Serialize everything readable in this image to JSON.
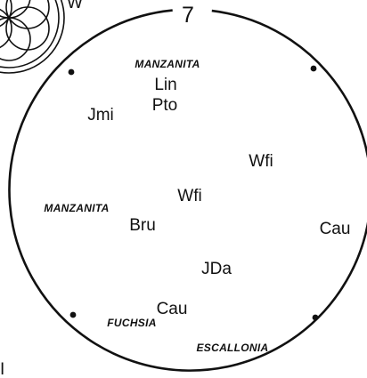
{
  "diagram": {
    "plot_number": "7",
    "partial_label_top": "W",
    "partial_label_bottom_left": "I",
    "plant_labels": [
      {
        "id": "manzanita-top",
        "text": "MANZANITA"
      },
      {
        "id": "manzanita-left",
        "text": "MANZANITA"
      },
      {
        "id": "fuchsia",
        "text": "FUCHSIA"
      },
      {
        "id": "escallonia",
        "text": "ESCALLONIA"
      }
    ],
    "codes": [
      {
        "id": "lin",
        "text": "Lin"
      },
      {
        "id": "pto",
        "text": "Pto"
      },
      {
        "id": "jmi",
        "text": "Jmi"
      },
      {
        "id": "wfi-upper",
        "text": "Wfi"
      },
      {
        "id": "wfi-center",
        "text": "Wfi"
      },
      {
        "id": "bru",
        "text": "Bru"
      },
      {
        "id": "cau-right",
        "text": "Cau"
      },
      {
        "id": "jda",
        "text": "JDa"
      },
      {
        "id": "cau-bottom",
        "text": "Cau"
      }
    ],
    "marker_count": 4
  },
  "colors": {
    "ink": "#111111",
    "background": "#ffffff"
  }
}
